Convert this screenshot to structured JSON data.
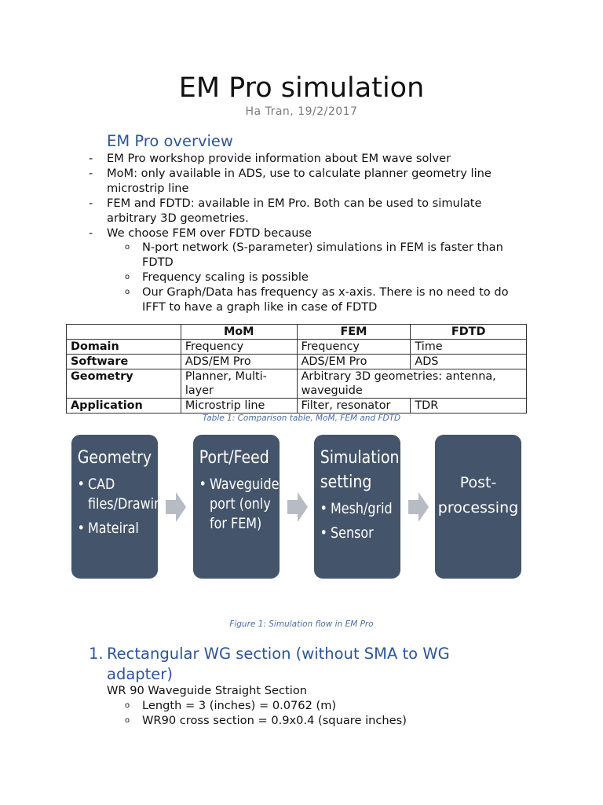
{
  "title": "EM Pro simulation",
  "author_date": "Ha Tran, 19/2/2017",
  "overview": {
    "heading": "EM Pro overview",
    "items": [
      {
        "level": 1,
        "text": "EM Pro workshop provide information about EM wave solver"
      },
      {
        "level": 1,
        "text": "MoM: only available in ADS, use to calculate planner geometry line microstrip line"
      },
      {
        "level": 1,
        "text": "FEM and FDTD: available in EM Pro. Both can be used to simulate arbitrary 3D geometries."
      },
      {
        "level": 1,
        "text": "We choose FEM over FDTD because"
      },
      {
        "level": 2,
        "text": "N-port network (S-parameter) simulations in FEM is faster than FDTD"
      },
      {
        "level": 2,
        "text": "Frequency scaling is possible"
      },
      {
        "level": 2,
        "text": "Our Graph/Data has frequency as x-axis. There is no need to do IFFT to have a graph like in case of FDTD"
      }
    ]
  },
  "table": {
    "headers": [
      "",
      "MoM",
      "FEM",
      "FDTD"
    ],
    "rows": [
      {
        "label": "Domain",
        "mom": "Frequency",
        "fem": "Frequency",
        "fdtd": "Time"
      },
      {
        "label": "Software",
        "mom": "ADS/EM Pro",
        "fem": "ADS/EM Pro",
        "fdtd": "ADS"
      },
      {
        "label": "Geometry",
        "mom": "Planner, Multi-layer",
        "fem_fdtd": "Arbitrary 3D geometries: antenna, waveguide"
      },
      {
        "label": "Application",
        "mom": "Microstrip line",
        "fem": "Filter, resonator",
        "fdtd": "TDR"
      }
    ],
    "caption": "Table 1: Comparison table, MoM, FEM and FDTD"
  },
  "flow": {
    "steps": [
      {
        "heading": "Geometry",
        "bullets": [
          "CAD files/Drawing",
          "Mateiral"
        ]
      },
      {
        "heading": "Port/Feed",
        "bullets": [
          "Waveguide port (only for FEM)"
        ]
      },
      {
        "heading": "Simulation setting",
        "bullets": [
          "Mesh/grid",
          "Sensor"
        ]
      },
      {
        "heading": "Post-processing",
        "bullets": []
      }
    ],
    "bullet_glyph": "•",
    "box_color": "#44546a",
    "arrow_color": "#b7bcc4",
    "caption": "Figure 1: Simulation flow in EM Pro"
  },
  "section1": {
    "number": "1.",
    "heading": "Rectangular WG section (without SMA to WG adapter)",
    "paragraph": "WR 90 Waveguide Straight Section",
    "items": [
      "Length = 3 (inches) = 0.0762 (m)",
      "WR90 cross section = 0.9x0.4 (square inches)"
    ]
  },
  "markers": {
    "dash": "-",
    "circle": "o"
  },
  "colors": {
    "heading": "#2e5597",
    "caption": "#4a6fa5",
    "subtitle": "#7a7a7a"
  }
}
